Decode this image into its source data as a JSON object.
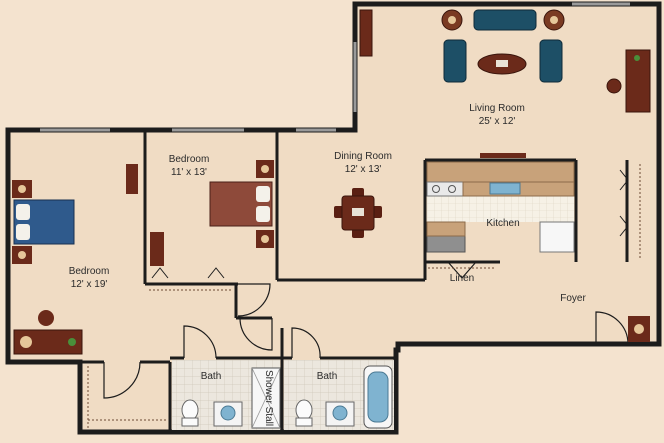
{
  "rooms": {
    "living": {
      "name": "Living Room",
      "size": "25' x 12'"
    },
    "dining": {
      "name": "Dining Room",
      "size": "12' x 13'"
    },
    "bedroom_small": {
      "name": "Bedroom",
      "size": "11' x 13'"
    },
    "bedroom_large": {
      "name": "Bedroom",
      "size": "12' x 19'"
    },
    "kitchen": {
      "name": "Kitchen"
    },
    "linen": {
      "name": "Linen"
    },
    "foyer": {
      "name": "Foyer"
    },
    "bath_left": {
      "name": "Bath"
    },
    "bath_right": {
      "name": "Bath"
    },
    "shower": {
      "name": "Shower Stall"
    }
  },
  "colors": {
    "background": "#f4e3cf",
    "floor": "#f0dcc4",
    "wall": "#1c1c1c",
    "wood": "#6b2a1a",
    "sofa": "#1d4f66",
    "bedspread_blue": "#2f5a8c",
    "bedspread_red": "#8e4a3a",
    "tile": "#e9e4dc"
  }
}
